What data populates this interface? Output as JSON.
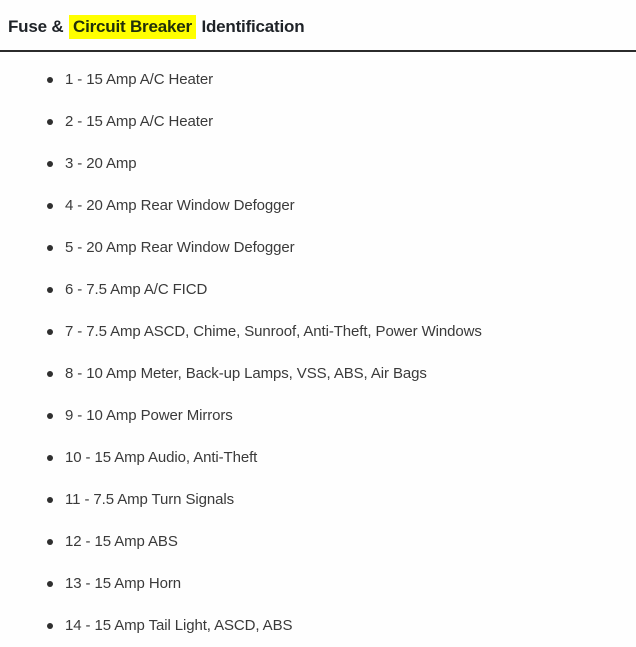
{
  "header": {
    "title_prefix": "Fuse &",
    "title_highlight": "Circuit Breaker",
    "title_suffix": "Identification"
  },
  "colors": {
    "highlight": "#ffff00",
    "heading_text": "#1f2328",
    "body_text": "#3a3a3a",
    "divider": "#2b2b2b",
    "background": "#fefefe"
  },
  "list": {
    "items": [
      {
        "label": "1 - 15 Amp A/C Heater"
      },
      {
        "label": "2 - 15 Amp A/C Heater"
      },
      {
        "label": "3 - 20 Amp"
      },
      {
        "label": "4 - 20 Amp Rear Window Defogger"
      },
      {
        "label": "5 - 20 Amp Rear Window Defogger"
      },
      {
        "label": "6 - 7.5 Amp A/C FICD"
      },
      {
        "label": "7 - 7.5 Amp ASCD, Chime, Sunroof, Anti-Theft, Power Windows"
      },
      {
        "label": "8 - 10 Amp Meter, Back-up Lamps, VSS, ABS, Air Bags"
      },
      {
        "label": "9 - 10 Amp Power Mirrors"
      },
      {
        "label": "10 - 15 Amp Audio, Anti-Theft"
      },
      {
        "label": "11 - 7.5 Amp Turn Signals"
      },
      {
        "label": "12 - 15 Amp ABS"
      },
      {
        "label": "13 - 15 Amp Horn"
      },
      {
        "label": "14 - 15 Amp Tail Light, ASCD, ABS"
      }
    ]
  }
}
